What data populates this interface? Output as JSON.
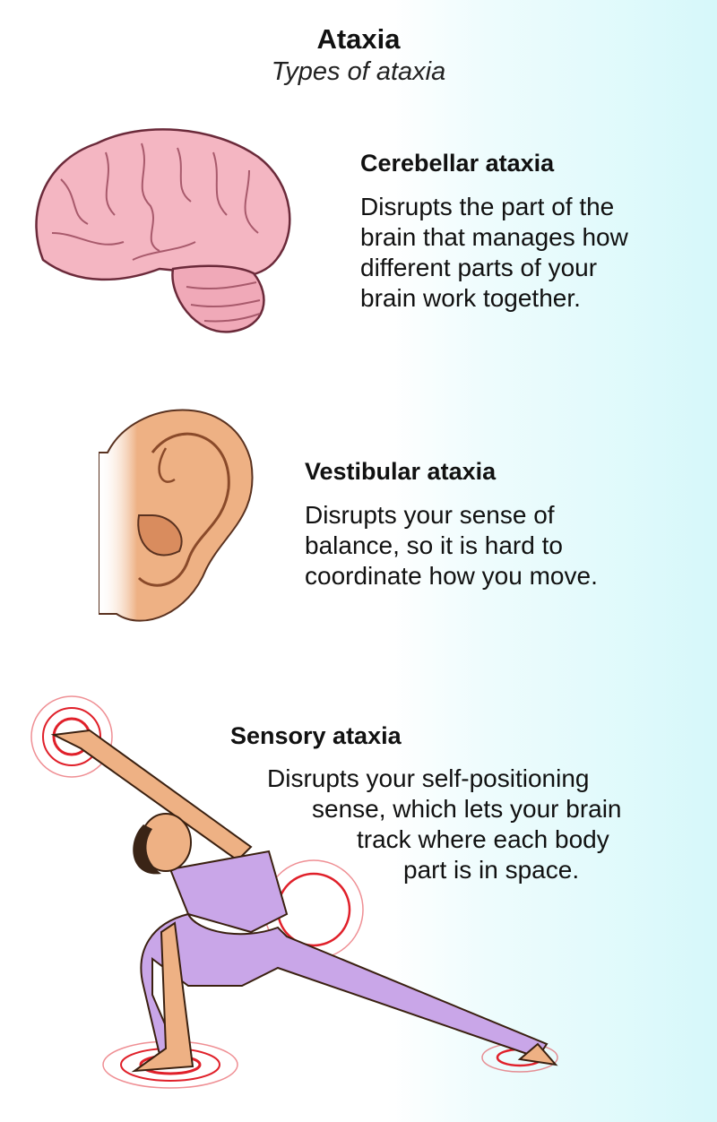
{
  "header": {
    "title": "Ataxia",
    "subtitle": "Types of ataxia"
  },
  "sections": [
    {
      "heading": "Cerebellar ataxia",
      "lines": [
        "Disrupts the part of the",
        "brain that manages how",
        "different parts of your",
        "brain work together."
      ],
      "icon": "brain-illustration"
    },
    {
      "heading": "Vestibular ataxia",
      "lines": [
        "Disrupts your sense of",
        "balance, so it is hard to",
        "coordinate how you move."
      ],
      "icon": "ear-illustration"
    },
    {
      "heading": "Sensory ataxia",
      "lines": [
        "Disrupts your self-positioning",
        "sense, which lets your brain",
        "track where each body",
        "part is in space."
      ],
      "icon": "yoga-figure-illustration"
    }
  ],
  "colors": {
    "brain": "#f4b6c2",
    "skin": "#eeb184",
    "outfit": "#c9a6e8",
    "target": "#e0202a",
    "bg_right": "#d6f8fa"
  }
}
